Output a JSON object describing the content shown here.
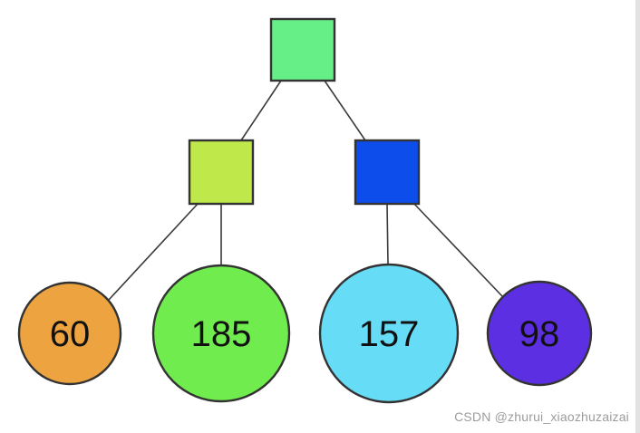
{
  "diagram": {
    "type": "tree",
    "description": "Two-level tree: one root square node with two square child nodes, each square child linked to two circular leaf nodes containing numeric values",
    "stroke_color": "#3a3a3a",
    "nodes": {
      "root": {
        "shape": "square",
        "color": "#66ee87",
        "label": ""
      },
      "left_internal": {
        "shape": "square",
        "color": "#bfe94a",
        "label": ""
      },
      "right_internal": {
        "shape": "square",
        "color": "#0d4deb",
        "label": ""
      },
      "leaf_orange": {
        "shape": "circle",
        "color": "#eda440",
        "label": "60"
      },
      "leaf_green": {
        "shape": "circle",
        "color": "#70ec4e",
        "label": "185"
      },
      "leaf_cyan": {
        "shape": "circle",
        "color": "#66dcf7",
        "label": "157"
      },
      "leaf_purple": {
        "shape": "circle",
        "color": "#5c30e2",
        "label": "98"
      }
    },
    "edges": [
      [
        "root",
        "left_internal"
      ],
      [
        "root",
        "right_internal"
      ],
      [
        "left_internal",
        "leaf_orange"
      ],
      [
        "left_internal",
        "leaf_green"
      ],
      [
        "right_internal",
        "leaf_cyan"
      ],
      [
        "right_internal",
        "leaf_purple"
      ]
    ],
    "leaf_values": [
      60,
      185,
      157,
      98
    ]
  },
  "watermark": {
    "text": "CSDN @zhurui_xiaozhuzaizai",
    "color": "#9c9c9c"
  }
}
